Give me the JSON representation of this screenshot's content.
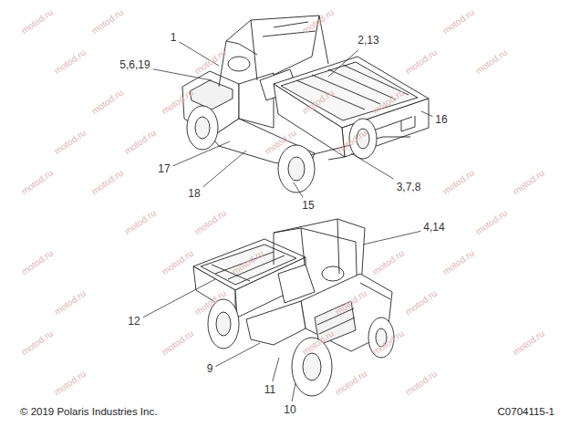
{
  "diagram": {
    "labels": [
      "1",
      "5,6,19",
      "2,13",
      "16",
      "17",
      "18",
      "15",
      "3,7,8",
      "4,14",
      "12",
      "9",
      "11",
      "10",
      "© 2019 Polaris Industries Inc.",
      "C0704115-1",
      "motod.ru",
      "motod.ru",
      "motod.ru",
      "motod.ru",
      "motod.ru",
      "motod.ru",
      "motod.ru",
      "motod.ru",
      "motod.ru",
      "motod.ru",
      "motod.ru",
      "motod.ru",
      "motod.ru",
      "motod.ru",
      "motod.ru",
      "motod.ru",
      "motod.ru",
      "motod.ru",
      "motod.ru",
      "motod.ru",
      "motod.ru",
      "motod.ru",
      "motod.ru",
      "motod.ru",
      "motod.ru",
      "motod.ru",
      "motod.ru",
      "motod.ru",
      "motod.ru",
      "motod.ru",
      "motod.ru",
      "motod.ru",
      "motod.ru",
      "motod.ru",
      "motod.ru",
      "motod.ru",
      "motod.ru",
      "motod.ru",
      "motod.ru",
      "motod.ru"
    ]
  }
}
